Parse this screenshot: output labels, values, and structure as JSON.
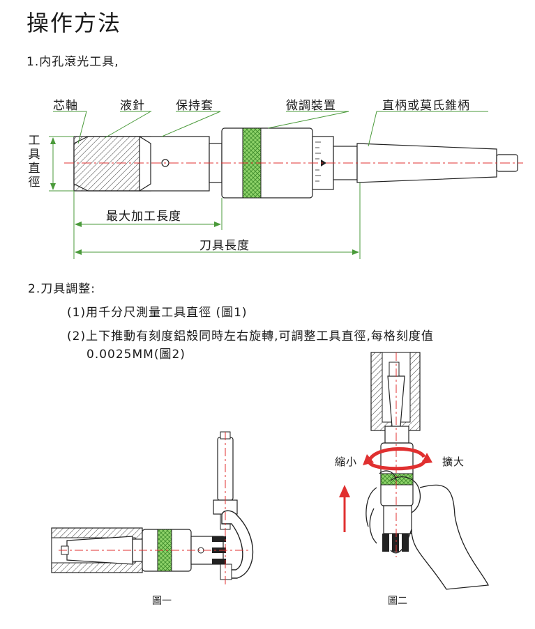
{
  "title": "操作方法",
  "section1": {
    "heading": "1.内孔滾光工具,",
    "labels": {
      "core": "芯軸",
      "needle": "液針",
      "cage": "保持套",
      "micro": "微調裝置",
      "shank": "直柄或莫氏錐柄",
      "diameter": "工具直徑",
      "max_len": "最大加工長度",
      "tool_len": "刀具長度"
    }
  },
  "section2": {
    "heading": "2.刀具調整:",
    "steps": [
      "(1)用千分尺測量工具直徑 (圖1)",
      "(2)上下推動有刻度鋁殼同時左右旋轉,可調整工具直徑,每格刻度值",
      "0.0025MM(圖2)"
    ]
  },
  "figures": {
    "fig1": "圖一",
    "fig2": "圖二",
    "shrink": "縮小",
    "enlarge": "擴大"
  },
  "colors": {
    "leader": "#4a9a3a",
    "knurl": "#6fc24a",
    "centerline": "#e03030",
    "arrow": "#e03030"
  }
}
